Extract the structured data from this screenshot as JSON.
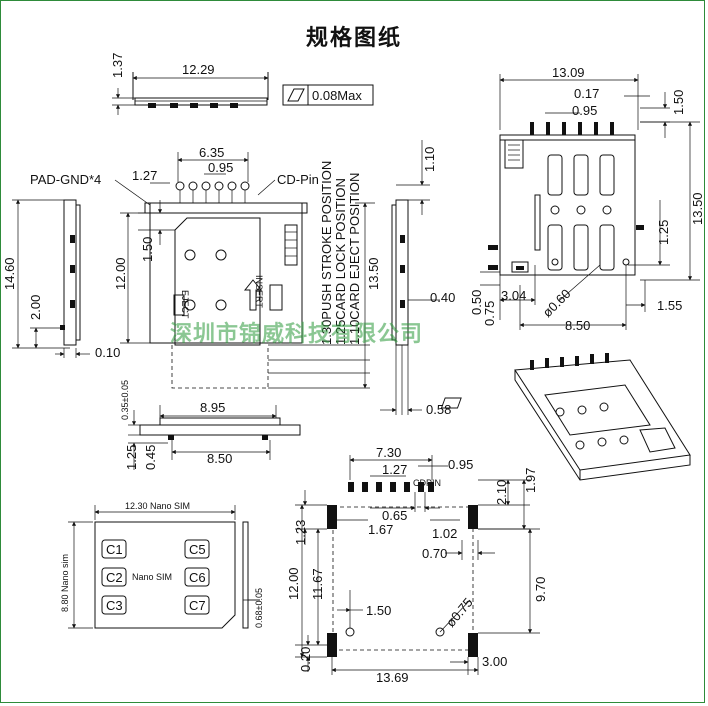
{
  "title": "规格图纸",
  "watermark": "深圳市锦威科技有限公司",
  "side_view_top": {
    "width_label": "12.29",
    "height_label": "1.37",
    "flatness_label": "0.08Max"
  },
  "front_view": {
    "pitch_total": "6.35",
    "pitch_small": "0.95",
    "pitch_127": "1.27",
    "pad_label": "PAD-GND*4",
    "cd_label": "CD-Pin",
    "height_1200": "12.00",
    "height_150": "1.50",
    "insert_text": "INSERT",
    "eject_text": "EJECT"
  },
  "positions": {
    "push_stroke": "1.30PUSH STROKE POSITION",
    "card_lock": "1.25CARD LOCK POSITION",
    "eject_pos": "1.10CARD EJECT POSITION"
  },
  "left_side": {
    "total": "14.60",
    "low": "2.00",
    "offset": "0.10"
  },
  "right_side": {
    "top": "1.10",
    "height": "13.50",
    "p040": "0.40",
    "p058": "0.58"
  },
  "bottom_side": {
    "w895": "8.95",
    "w850": "8.50",
    "h035": "0.35±0.05",
    "h125": "1.25",
    "h045": "0.45"
  },
  "top_right_view": {
    "w1309": "13.09",
    "w017": "0.17",
    "w095": "0.95",
    "h150": "1.50",
    "h1350": "13.50",
    "h125": "1.25",
    "h050": "0.50",
    "h075": "0.75",
    "w304": "3.04",
    "d060": "ø0.60",
    "w850": "8.50",
    "w155": "1.55"
  },
  "nano_sim": {
    "top_label": "12.30 Nano SIM",
    "side_label": "8.80 Nano sim",
    "center_text": "Nano SIM",
    "thickness": "0.68±0.05",
    "contacts_left": [
      "C1",
      "C2",
      "C3"
    ],
    "contacts_right": [
      "C5",
      "C6",
      "C7"
    ]
  },
  "footprint": {
    "w730": "7.30",
    "w127": "1.27",
    "w095": "0.95",
    "w210": "2.10",
    "w197": "1.97",
    "w065": "0.65",
    "w167": "1.67",
    "w102": "1.02",
    "h123": "1.23",
    "h1200": "12.00",
    "h1167": "11.67",
    "w070": "0.70",
    "h970": "9.70",
    "w150": "1.50",
    "d075": "ø0.75",
    "h020": "0.20",
    "w1369": "13.69",
    "w300": "3.00",
    "cdpin": "CDPIN"
  }
}
